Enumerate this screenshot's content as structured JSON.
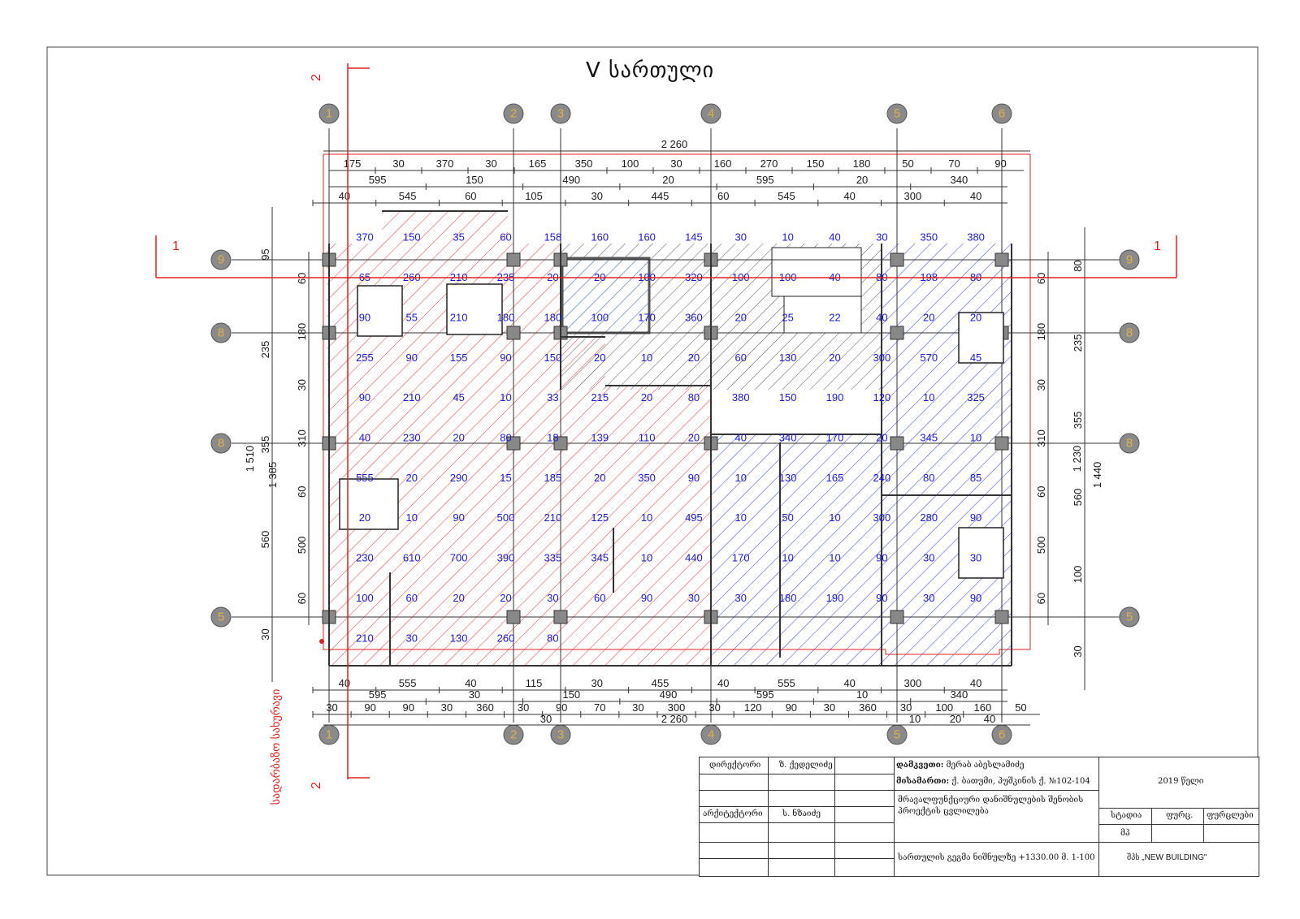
{
  "title": "V სართული",
  "axes_columns": [
    "1",
    "2",
    "3",
    "4",
    "5",
    "6"
  ],
  "axes_rows": [
    "9",
    "8",
    "8",
    "5"
  ],
  "section_marks": {
    "vertical": "2",
    "horizontal": "1"
  },
  "overall_dims": {
    "top": "2 260",
    "bottom": "2 260",
    "left_outer": "1 510",
    "left_inner": "1 385",
    "right_inner": "1 230",
    "right_outer": "1 440"
  },
  "top_dims_row1": [
    "175",
    "30",
    "370",
    "30",
    "165",
    "350",
    "100",
    "30",
    "160",
    "270",
    "150",
    "180",
    "50",
    "70",
    "90"
  ],
  "top_dims_row2": [
    "595",
    "150",
    "490",
    "20",
    "595",
    "20",
    "340"
  ],
  "top_dims_row3": [
    "40",
    "545",
    "60",
    "105",
    "30",
    "445",
    "60",
    "545",
    "40",
    "300",
    "40"
  ],
  "bottom_dims_row1": [
    "40",
    "555",
    "40",
    "115",
    "30",
    "455",
    "40",
    "555",
    "40",
    "300",
    "40"
  ],
  "bottom_dims_row2": [
    "595",
    "30",
    "150",
    "490",
    "595",
    "10",
    "340"
  ],
  "bottom_dims_row3": [
    "30",
    "90",
    "90",
    "30",
    "360",
    "30",
    "90",
    "70",
    "30",
    "300",
    "30",
    "120",
    "90",
    "30",
    "360",
    "30",
    "100",
    "160",
    "50"
  ],
  "bottom_dims_row4": [
    "30",
    "2 260",
    "10",
    "20",
    "40"
  ],
  "left_dims": [
    "95",
    "235",
    "355",
    "560",
    "60",
    "180",
    "30",
    "310",
    "60",
    "500",
    "60",
    "30"
  ],
  "right_dims": [
    "80",
    "235",
    "355",
    "560",
    "60",
    "180",
    "30",
    "310",
    "60",
    "500",
    "60",
    "100",
    "30"
  ],
  "room_dims": [
    "370",
    "150",
    "35",
    "60",
    "158",
    "160",
    "160",
    "145",
    "30",
    "10",
    "40",
    "30",
    "350",
    "380",
    "65",
    "260",
    "210",
    "235",
    "20",
    "20",
    "100",
    "320",
    "100",
    "100",
    "40",
    "80",
    "198",
    "80",
    "90",
    "55",
    "210",
    "180",
    "180",
    "100",
    "170",
    "360",
    "20",
    "25",
    "22",
    "40",
    "20",
    "20",
    "255",
    "90",
    "155",
    "90",
    "150",
    "20",
    "10",
    "20",
    "60",
    "130",
    "20",
    "300",
    "570",
    "45",
    "90",
    "210",
    "45",
    "10",
    "33",
    "215",
    "20",
    "80",
    "380",
    "150",
    "190",
    "120",
    "10",
    "325",
    "40",
    "230",
    "20",
    "80",
    "18",
    "139",
    "110",
    "20",
    "40",
    "340",
    "170",
    "20",
    "345",
    "10",
    "555",
    "20",
    "290",
    "15",
    "185",
    "20",
    "350",
    "90",
    "10",
    "130",
    "165",
    "240",
    "80",
    "85",
    "20",
    "10",
    "90",
    "500",
    "210",
    "125",
    "10",
    "495",
    "10",
    "50",
    "10",
    "300",
    "280",
    "90",
    "230",
    "610",
    "700",
    "390",
    "335",
    "345",
    "10",
    "440",
    "170",
    "10",
    "10",
    "90",
    "30",
    "30",
    "100",
    "60",
    "20",
    "20",
    "30",
    "60",
    "90",
    "30",
    "30",
    "180",
    "190",
    "90",
    "30",
    "90",
    "210",
    "30",
    "130",
    "260",
    "80"
  ],
  "stairs_label": "სადარბაზო სახურავი",
  "title_block": {
    "director_label": "დირექტორი",
    "director_name": "ზ. ქედელიძე",
    "architect_label": "არქიტექტორი",
    "architect_name": "ს. ნზაიძე",
    "client_label": "დამკვეთი:",
    "client_value": "მერაბ აბესლამიძე",
    "address_label": "მისამართი:",
    "address_value": "ქ. ბათუმი, პუშკინის ქ. №102-104",
    "project_desc": "მრავალფუნქციური დანიშნულების შენობის პროექტის ცვლილება",
    "sheet_desc": "სართულის გეგმა ნიშნულზე +1330.00 მ. 1-100",
    "year": "2019 წელი",
    "stage_label": "სტადია",
    "sheet_label": "ფურც.",
    "sheets_label": "ფურცლები",
    "stage_value": "მპ",
    "company": "შპს „NEW BUILDING\""
  },
  "colors": {
    "red_hatch": "#e23b3b",
    "blue_hatch": "#2f3fd8",
    "dim_line": "#222222",
    "axis_circle": "#888888",
    "section_red": "#e02020"
  }
}
